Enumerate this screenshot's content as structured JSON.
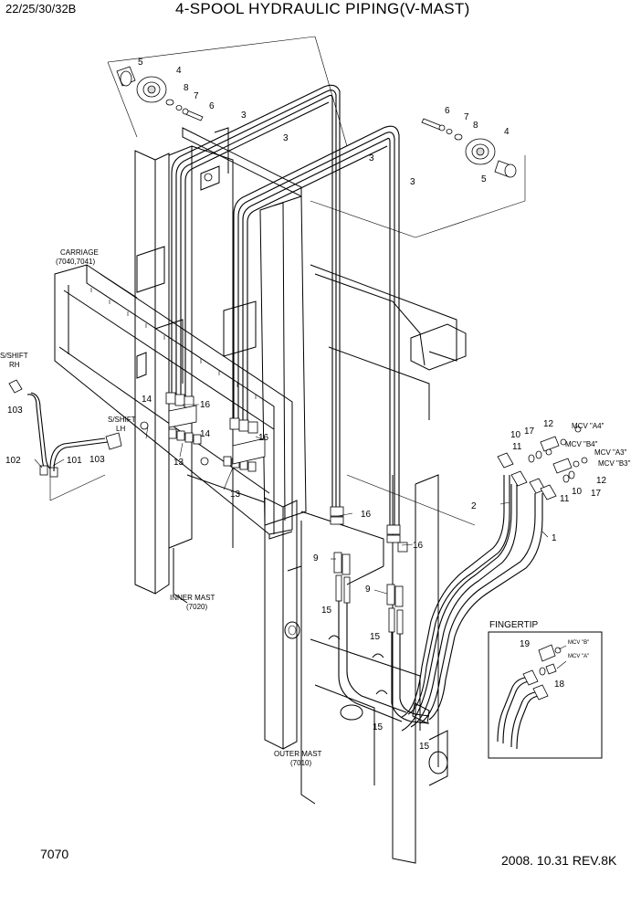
{
  "header": {
    "model": "22/25/30/32B",
    "title": "4-SPOOL HYDRAULIC PIPING(V-MAST)"
  },
  "footer": {
    "page_no": "7070",
    "revision": "2008. 10.31  REV.8K"
  },
  "assemblies": {
    "carriage_name": "CARRIAGE",
    "carriage_ref": "(7040,7041)",
    "inner_mast_name": "INNER MAST",
    "inner_mast_ref": "(7020)",
    "outer_mast_name": "OUTER MAST",
    "outer_mast_ref": "(7010)",
    "sshift_rh_1": "S/SHIFT",
    "sshift_rh_2": "RH",
    "sshift_lh_1": "S/SHIFT",
    "sshift_lh_2": "LH"
  },
  "mcv_ports": {
    "a4": "MCV \"A4\"",
    "b4": "MCV \"B4\"",
    "a3": "MCV \"A3\"",
    "b3": "MCV \"B3\""
  },
  "fingertip": {
    "title": "FINGERTIP",
    "mcv_b": "MCV \"B\"",
    "mcv_a": "MCV \"A\"",
    "callout_19": "19",
    "callout_18": "18"
  },
  "callouts": {
    "left_sheave_5": "5",
    "left_sheave_4": "4",
    "left_sheave_8": "8",
    "left_sheave_7": "7",
    "left_sheave_6": "6",
    "right_sheave_6": "6",
    "right_sheave_7": "7",
    "right_sheave_8": "8",
    "right_sheave_4": "4",
    "right_sheave_5": "5",
    "hose_3a": "3",
    "hose_3b": "3",
    "hose_3c": "3",
    "hose_3d": "3",
    "lh_14": "14",
    "lh_16": "16",
    "lh_13": "13",
    "rh_14": "14",
    "rh_16": "16",
    "rh_13": "13",
    "item_103a": "103",
    "item_103b": "103",
    "item_102": "102",
    "item_101": "101",
    "mcv_12a": "12",
    "mcv_17a": "17",
    "mcv_10a": "10",
    "mcv_11a": "11",
    "mcv_12b": "12",
    "mcv_10b": "10",
    "mcv_11b": "11",
    "mcv_17b": "17",
    "pipe_2": "2",
    "pipe_1": "1",
    "mast_16a": "16",
    "mast_16b": "16",
    "mast_9a": "9",
    "mast_9b": "9",
    "mast_15a": "15",
    "mast_15b": "15",
    "mast_15c": "15",
    "mast_15d": "15"
  }
}
